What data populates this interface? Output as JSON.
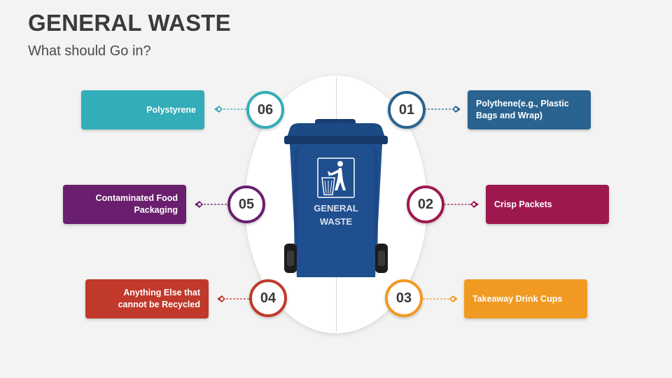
{
  "header": {
    "title": "GENERAL WASTE",
    "subtitle": "What should Go in?"
  },
  "bin": {
    "label_line1": "GENERAL",
    "label_line2": "WASTE",
    "color": "#1f4f8f",
    "icon": "trash-man-icon"
  },
  "items": {
    "i01": {
      "number": "01",
      "text": "Polythene(e.g., Plastic Bags and Wrap)",
      "color": "#2a638f"
    },
    "i02": {
      "number": "02",
      "text": "Crisp Packets",
      "color": "#9e1850"
    },
    "i03": {
      "number": "03",
      "text": "Takeaway Drink Cups",
      "color": "#f09a22"
    },
    "i04": {
      "number": "04",
      "text": "Anything Else that cannot be Recycled",
      "color": "#c0392b"
    },
    "i05": {
      "number": "05",
      "text": "Contaminated Food Packaging",
      "color": "#6a1f6e"
    },
    "i06": {
      "number": "06",
      "text": "Polystyrene",
      "color": "#33adb8"
    }
  }
}
